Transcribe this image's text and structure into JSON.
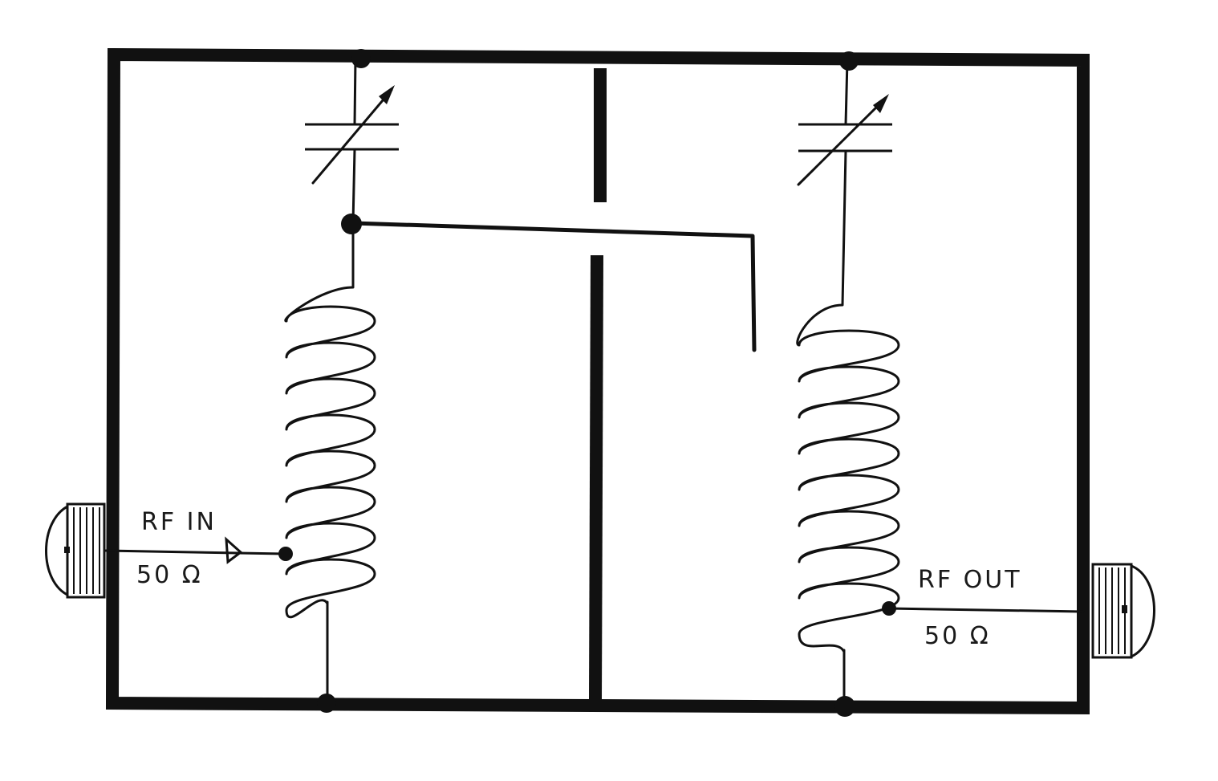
{
  "labels": {
    "rf_in": "RF IN",
    "rf_in_impedance": "50 Ω",
    "rf_out": "RF OUT",
    "rf_out_impedance": "50 Ω"
  },
  "colors": {
    "ink": "#111111",
    "paper": "#ffffff"
  }
}
